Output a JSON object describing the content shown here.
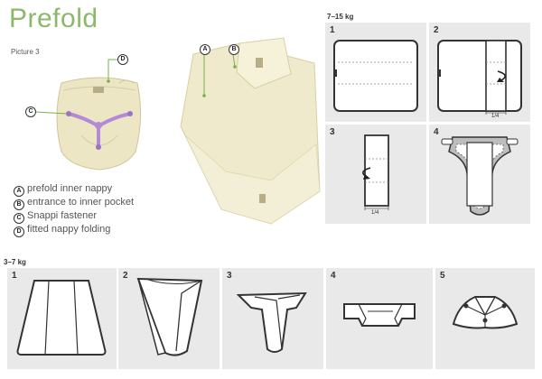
{
  "title": "Prefold",
  "picture_label": "Picture 3",
  "labels": {
    "a": "A",
    "b": "B",
    "c": "C",
    "d": "D"
  },
  "legend": [
    {
      "letter": "A",
      "text": "prefold inner nappy"
    },
    {
      "letter": "B",
      "text": "entrance to inner pocket"
    },
    {
      "letter": "C",
      "text": "Snappi fastener"
    },
    {
      "letter": "D",
      "text": "fitted nappy folding"
    }
  ],
  "weight_top": "7–15 kg",
  "weight_bottom": "3–7 kg",
  "top_steps": [
    "1",
    "2",
    "3",
    "4"
  ],
  "bottom_steps": [
    "1",
    "2",
    "3",
    "4",
    "5"
  ],
  "fraction": "1/4",
  "colors": {
    "title": "#8cb86a",
    "cloth": "#efeacb",
    "snappi": "#b48ad8",
    "panel": "#e9e9e9"
  }
}
